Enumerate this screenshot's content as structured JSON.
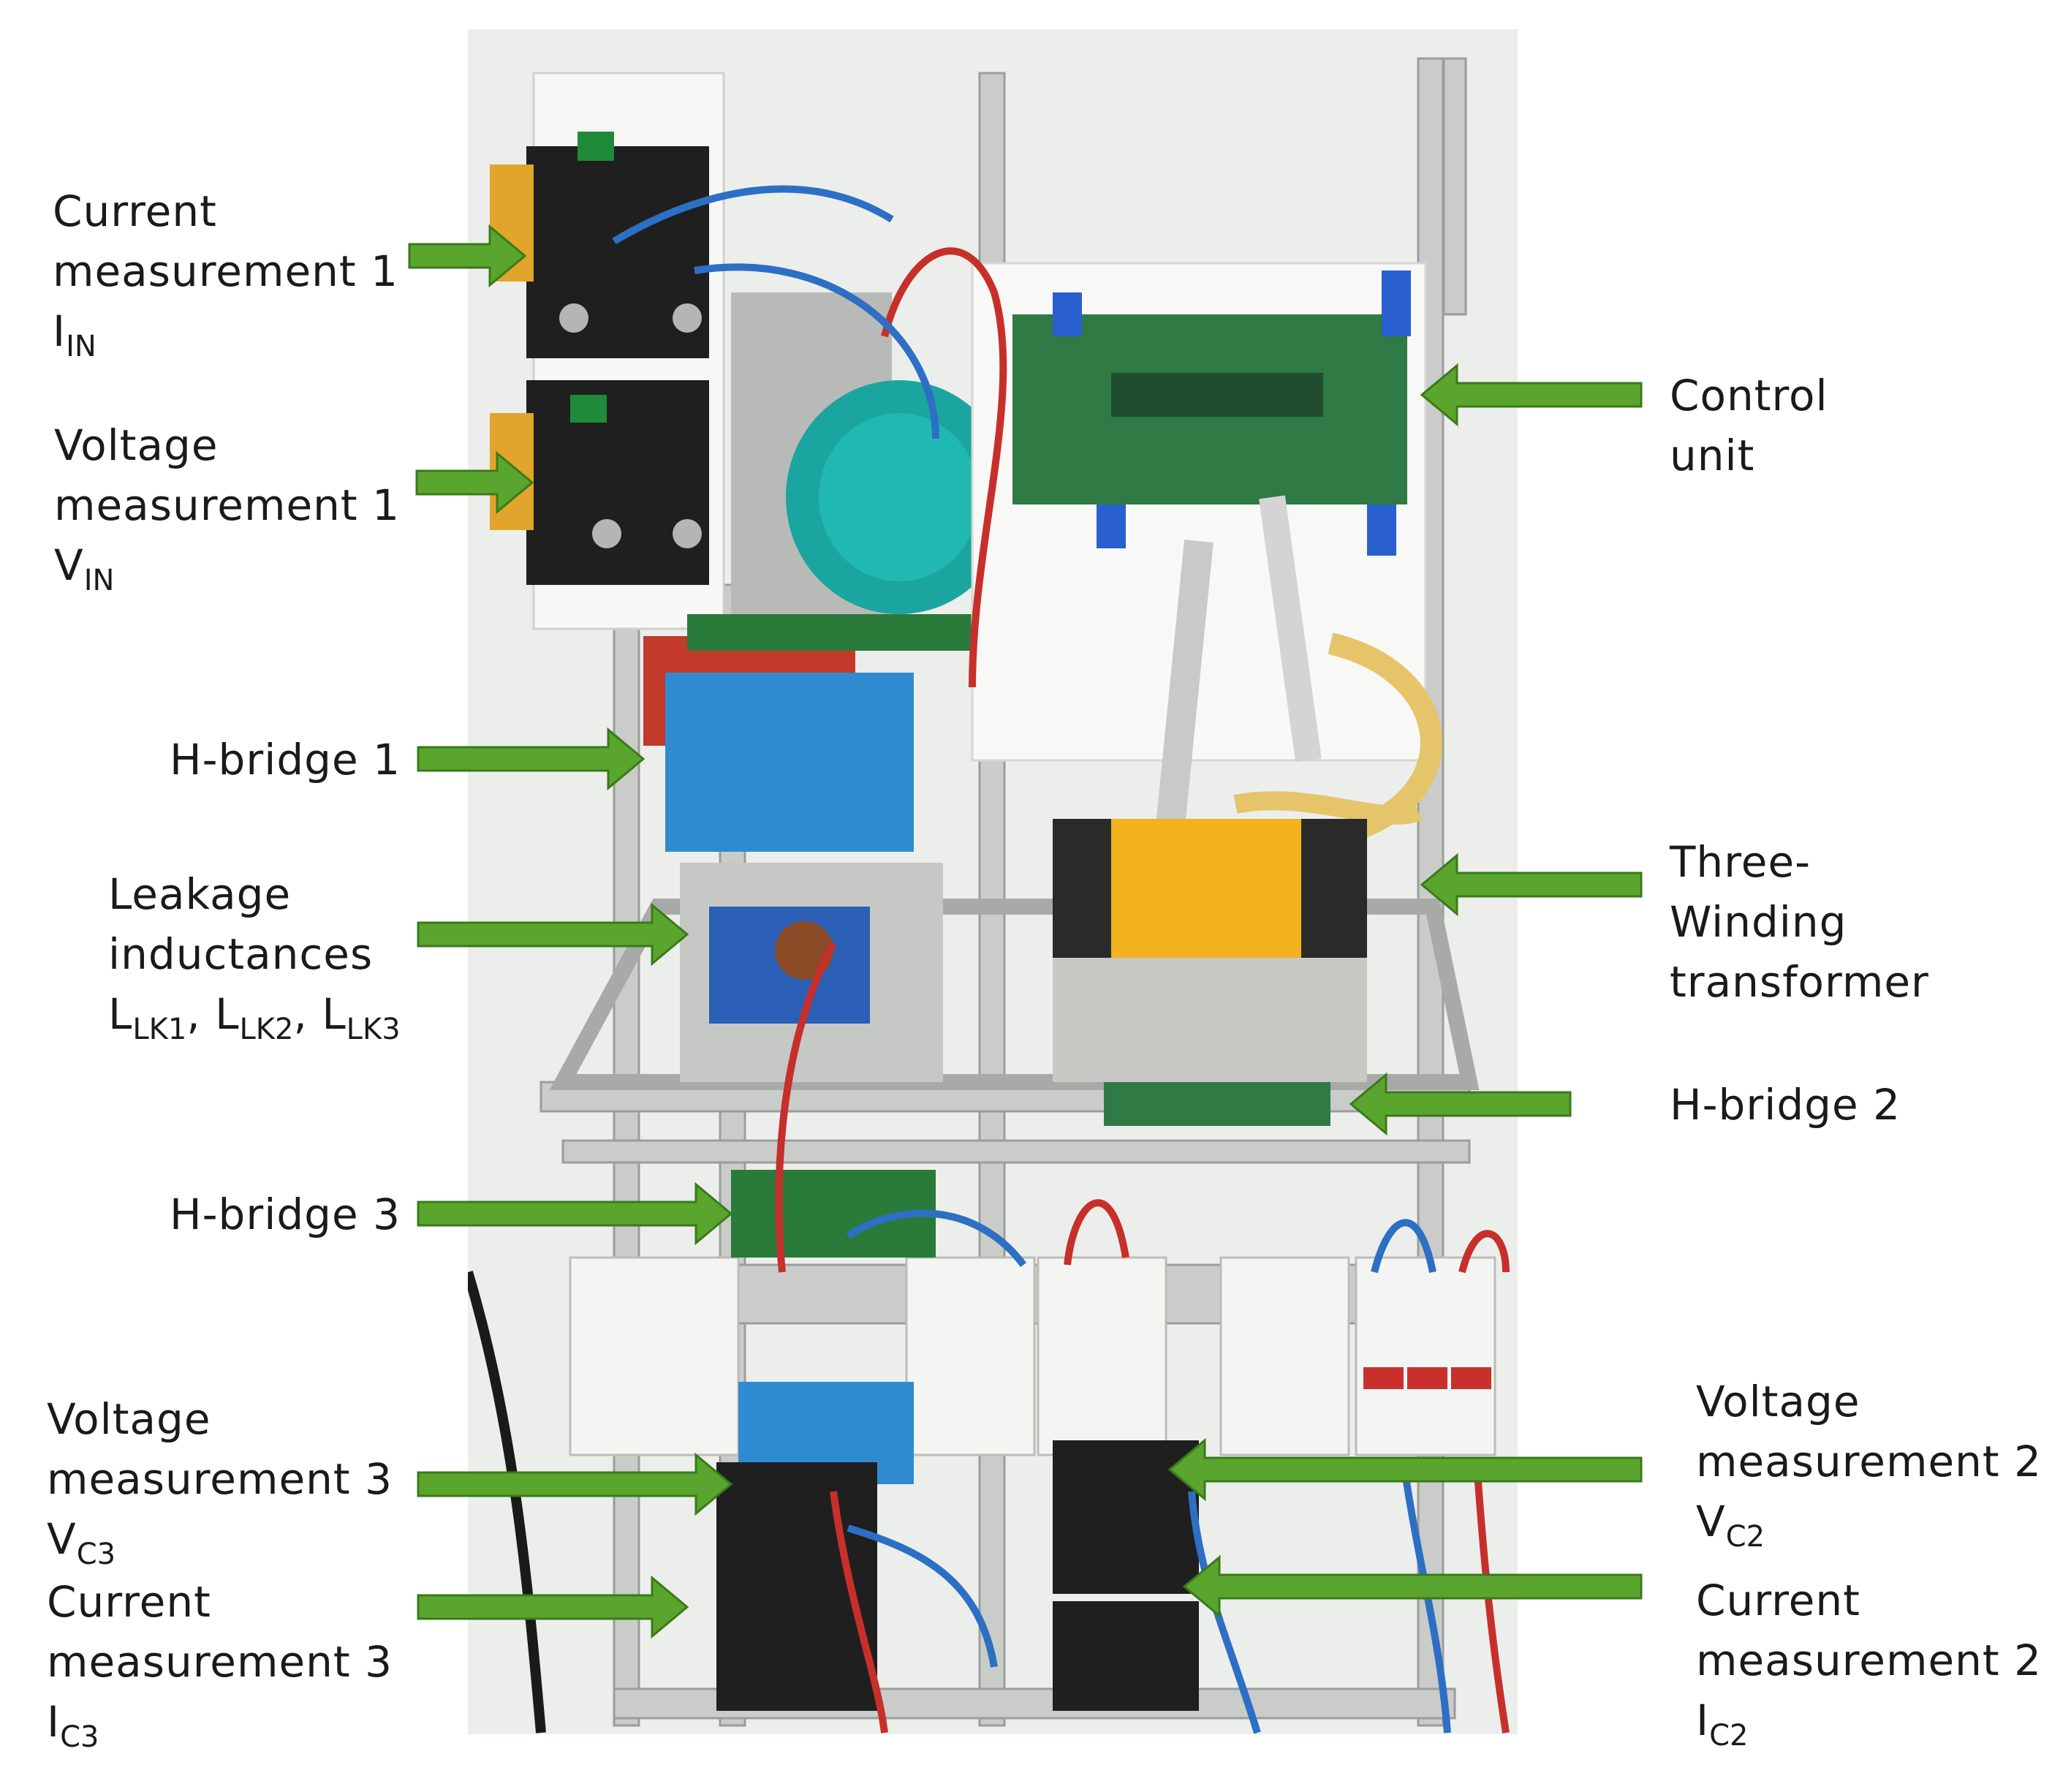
{
  "labels": {
    "cm1": {
      "line1": "Current",
      "line2": "measurement 1",
      "sym": "I",
      "sub": "IN"
    },
    "vm1": {
      "line1": "Voltage",
      "line2": "measurement 1",
      "sym": "V",
      "sub": "IN"
    },
    "hb1": {
      "text": "H-bridge 1"
    },
    "lk": {
      "line1": "Leakage",
      "line2": "inductances",
      "l1": "L",
      "s1": "LK1",
      "sep1": ", ",
      "l2": "L",
      "s2": "LK2",
      "sep2": ", ",
      "l3": "L",
      "s3": "LK3"
    },
    "hb3": {
      "text": "H-bridge 3"
    },
    "vm3": {
      "line1": "Voltage",
      "line2": "measurement 3",
      "sym": "V",
      "sub": "C3"
    },
    "cm3": {
      "line1": "Current",
      "line2": "measurement 3",
      "sym": "I",
      "sub": "C3"
    },
    "cu": {
      "line1": "Control",
      "line2": "unit"
    },
    "tw": {
      "line1": "Three-",
      "line2": "Winding",
      "line3": "transformer"
    },
    "hb2": {
      "text": "H-bridge 2"
    },
    "vm2": {
      "line1": "Voltage",
      "line2": "measurement 2",
      "sym": "V",
      "sub": "C2"
    },
    "cm2": {
      "line1": "Current",
      "line2": "measurement 2",
      "sym": "I",
      "sub": "C2"
    }
  },
  "colors": {
    "arrow_fill": "#5aa52d",
    "arrow_stroke": "#3a7a1a",
    "text": "#1a1a1a"
  }
}
